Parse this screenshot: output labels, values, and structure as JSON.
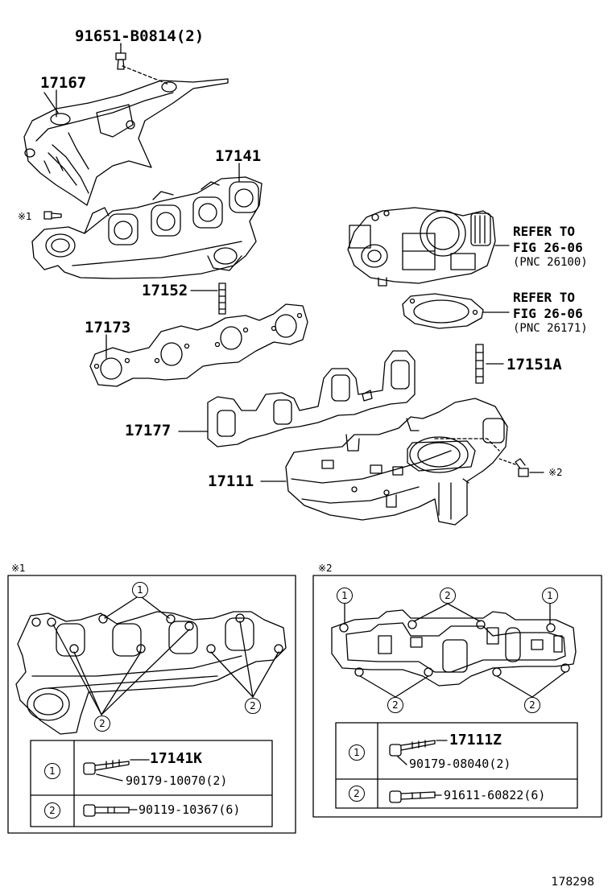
{
  "labels": {
    "bolt_top": "91651-B0814(2)",
    "heat_insulator": "17167",
    "exhaust_manifold": "17141",
    "stud_exhaust": "17152",
    "exhaust_gasket": "17173",
    "intake_gasket": "17177",
    "intake_manifold": "17111",
    "stud_intake": "17151A",
    "note1_mark": "※1",
    "note2_mark": "※2"
  },
  "refs": [
    {
      "line1": "REFER TO",
      "line2": "FIG 26-06",
      "line3": "(PNC 26100)"
    },
    {
      "line1": "REFER TO",
      "line2": "FIG 26-06",
      "line3": "(PNC 26171)"
    }
  ],
  "detail1": {
    "mark": "※1",
    "callout_1": "1",
    "callout_2": "2",
    "legend": {
      "row1_key": "1",
      "row1_kit": "17141K",
      "row1_part": "90179-10070(2)",
      "row2_key": "2",
      "row2_part": "90119-10367(6)"
    }
  },
  "detail2": {
    "mark": "※2",
    "callout_1": "1",
    "callout_2": "2",
    "legend": {
      "row1_key": "1",
      "row1_kit": "17111Z",
      "row1_part": "90179-08040(2)",
      "row2_key": "2",
      "row2_part": "91611-60822(6)"
    }
  },
  "figure_number": "178298"
}
